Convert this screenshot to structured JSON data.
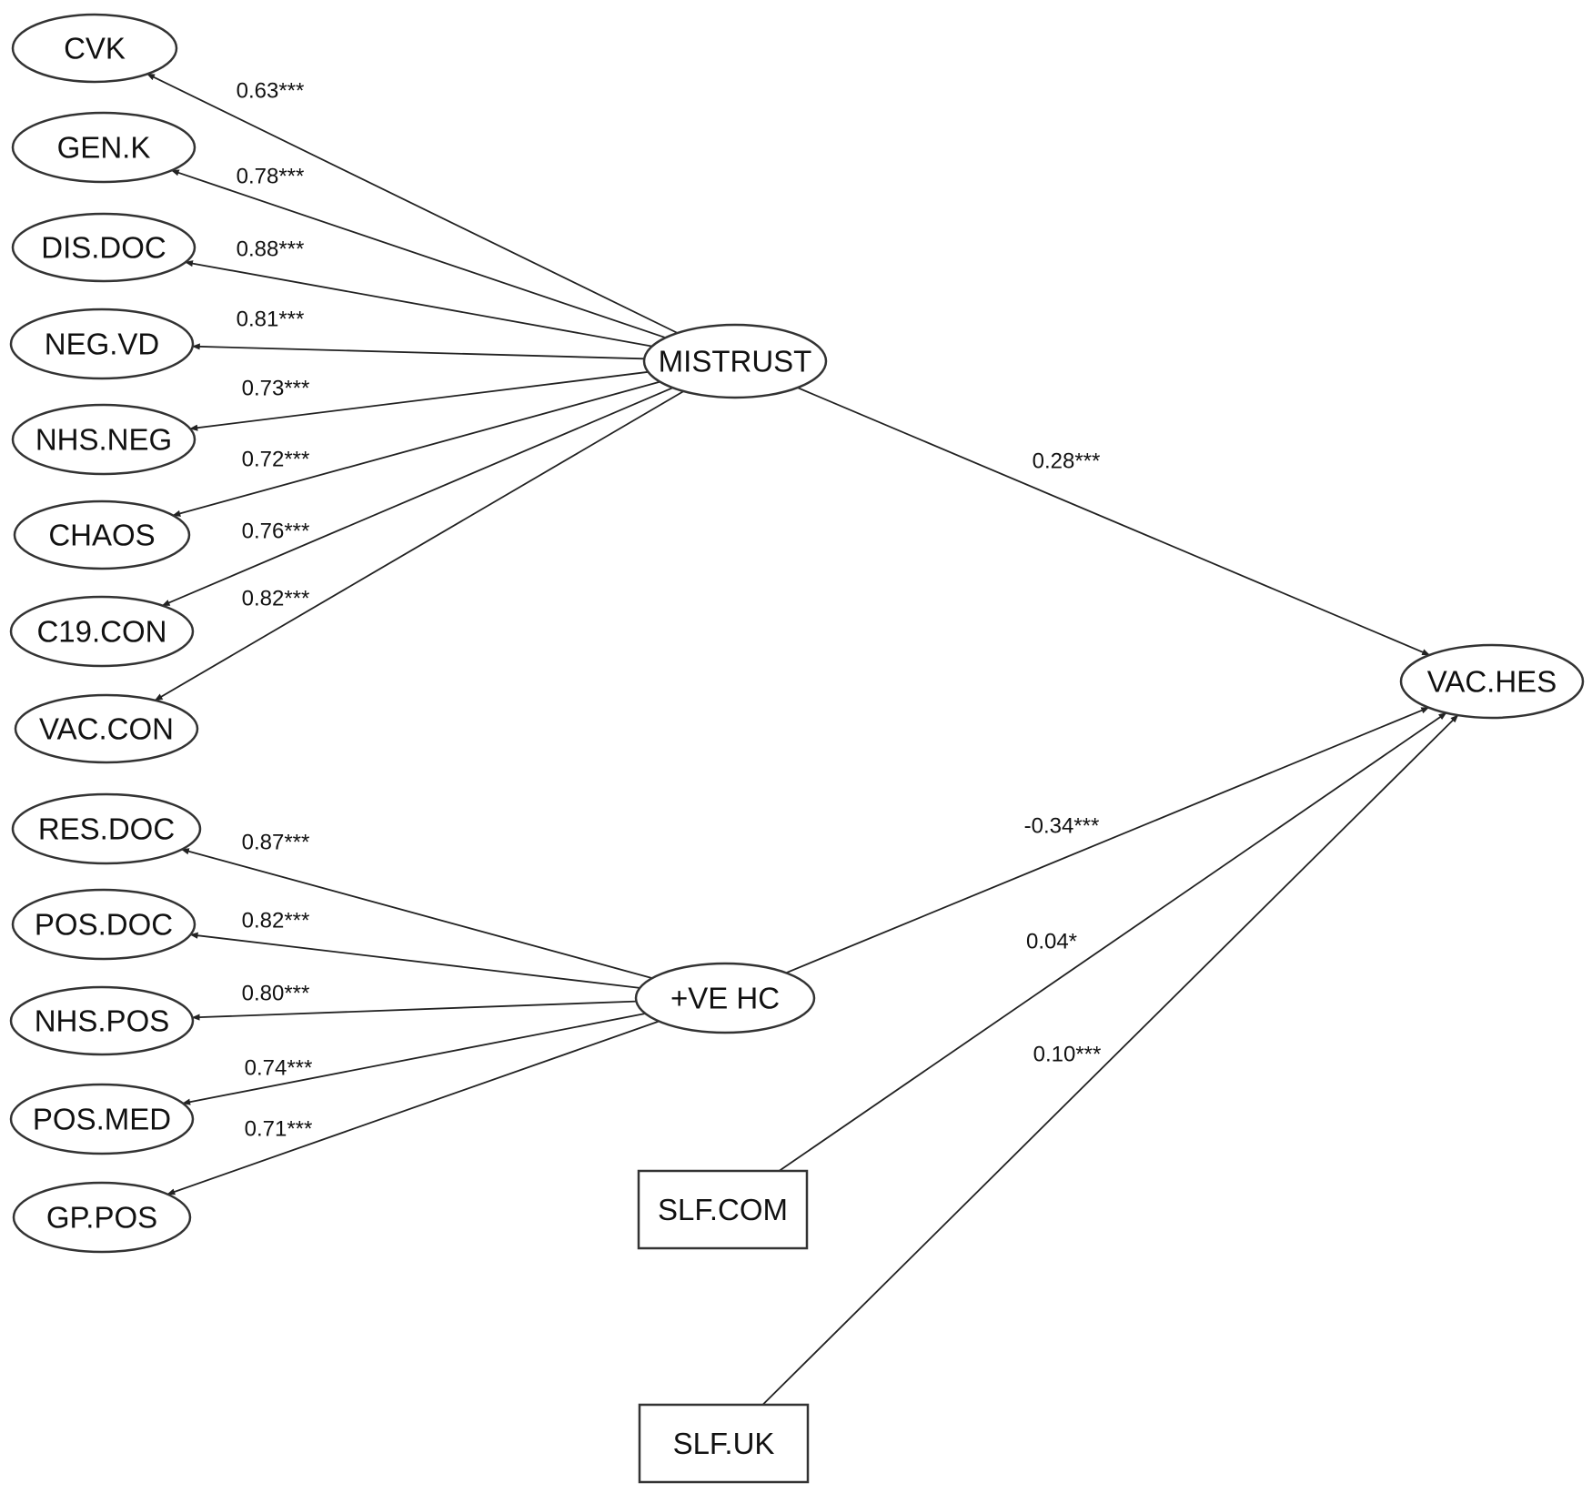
{
  "nodes": [
    {
      "id": "CVK",
      "label": "CVK",
      "shape": "ellipse"
    },
    {
      "id": "GEN.K",
      "label": "GEN.K",
      "shape": "ellipse"
    },
    {
      "id": "DIS.DOC",
      "label": "DIS.DOC",
      "shape": "ellipse"
    },
    {
      "id": "NEG.VD",
      "label": "NEG.VD",
      "shape": "ellipse"
    },
    {
      "id": "NHS.NEG",
      "label": "NHS.NEG",
      "shape": "ellipse"
    },
    {
      "id": "CHAOS",
      "label": "CHAOS",
      "shape": "ellipse"
    },
    {
      "id": "C19.CON",
      "label": "C19.CON",
      "shape": "ellipse"
    },
    {
      "id": "VAC.CON",
      "label": "VAC.CON",
      "shape": "ellipse"
    },
    {
      "id": "RES.DOC",
      "label": "RES.DOC",
      "shape": "ellipse"
    },
    {
      "id": "POS.DOC",
      "label": "POS.DOC",
      "shape": "ellipse"
    },
    {
      "id": "NHS.POS",
      "label": "NHS.POS",
      "shape": "ellipse"
    },
    {
      "id": "POS.MED",
      "label": "POS.MED",
      "shape": "ellipse"
    },
    {
      "id": "GP.POS",
      "label": "GP.POS",
      "shape": "ellipse"
    },
    {
      "id": "MISTRUST",
      "label": "MISTRUST",
      "shape": "ellipse"
    },
    {
      "id": "VE.HC",
      "label": "+VE HC",
      "shape": "ellipse"
    },
    {
      "id": "VAC.HES",
      "label": "VAC.HES",
      "shape": "ellipse"
    },
    {
      "id": "SLF.COM",
      "label": "SLF.COM",
      "shape": "rect"
    },
    {
      "id": "SLF.UK",
      "label": "SLF.UK",
      "shape": "rect"
    }
  ],
  "edges": [
    {
      "from": "MISTRUST",
      "to": "CVK",
      "label": "0.63***"
    },
    {
      "from": "MISTRUST",
      "to": "GEN.K",
      "label": "0.78***"
    },
    {
      "from": "MISTRUST",
      "to": "DIS.DOC",
      "label": "0.88***"
    },
    {
      "from": "MISTRUST",
      "to": "NEG.VD",
      "label": "0.81***"
    },
    {
      "from": "MISTRUST",
      "to": "NHS.NEG",
      "label": "0.73***"
    },
    {
      "from": "MISTRUST",
      "to": "CHAOS",
      "label": "0.72***"
    },
    {
      "from": "MISTRUST",
      "to": "C19.CON",
      "label": "0.76***"
    },
    {
      "from": "MISTRUST",
      "to": "VAC.CON",
      "label": "0.82***"
    },
    {
      "from": "MISTRUST",
      "to": "VAC.HES",
      "label": "0.28***"
    },
    {
      "from": "VE.HC",
      "to": "RES.DOC",
      "label": "0.87***"
    },
    {
      "from": "VE.HC",
      "to": "POS.DOC",
      "label": "0.82***"
    },
    {
      "from": "VE.HC",
      "to": "NHS.POS",
      "label": "0.80***"
    },
    {
      "from": "VE.HC",
      "to": "POS.MED",
      "label": "0.74***"
    },
    {
      "from": "VE.HC",
      "to": "GP.POS",
      "label": "0.71***"
    },
    {
      "from": "VE.HC",
      "to": "VAC.HES",
      "label": "-0.34***"
    },
    {
      "from": "SLF.COM",
      "to": "VAC.HES",
      "label": "0.04*"
    },
    {
      "from": "SLF.UK",
      "to": "VAC.HES",
      "label": "0.10***"
    }
  ]
}
